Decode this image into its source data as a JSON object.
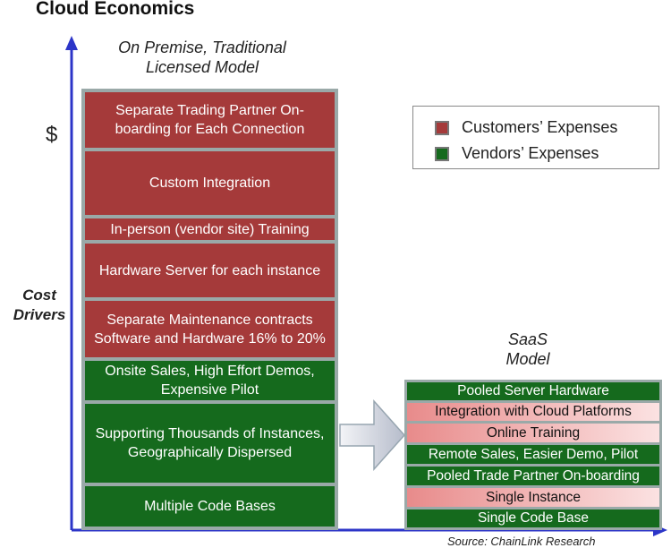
{
  "title": "Cloud Economics",
  "left_header": [
    "On Premise, Traditional",
    "Licensed Model"
  ],
  "y_axis_symbol": "$",
  "y_axis_label": [
    "Cost",
    "Drivers"
  ],
  "saas_header": [
    "SaaS",
    "Model"
  ],
  "source": "Source: ChainLink Research",
  "colors": {
    "customer_red": "#a53a3a",
    "vendor_green": "#156a1d",
    "axis_blue": "#2c35c8",
    "border_gray": "#9aa9a8"
  },
  "legend": [
    {
      "label": "Customers’ Expenses",
      "color": "#a53a3a"
    },
    {
      "label": "Vendors’ Expenses",
      "color": "#156a1d"
    }
  ],
  "traditional_blocks": [
    {
      "text": "Separate Trading Partner On-boarding for Each Connection",
      "type": "customer"
    },
    {
      "text": "Custom Integration",
      "type": "customer"
    },
    {
      "text": "In-person (vendor site) Training",
      "type": "customer"
    },
    {
      "text": "Hardware Server for each instance",
      "type": "customer"
    },
    {
      "text": "Separate Maintenance contracts Software and Hardware 16% to 20%",
      "type": "customer"
    },
    {
      "text": "Onsite Sales, High Effort Demos, Expensive Pilot",
      "type": "vendor"
    },
    {
      "text": "Supporting Thousands of Instances, Geographically Dispersed",
      "type": "vendor"
    },
    {
      "text": "Multiple Code Bases",
      "type": "vendor"
    }
  ],
  "saas_blocks": [
    {
      "text": "Pooled Server Hardware",
      "type": "vendor"
    },
    {
      "text": "Integration with Cloud Platforms",
      "type": "customer"
    },
    {
      "text": "Online Training",
      "type": "customer"
    },
    {
      "text": "Remote Sales, Easier Demo, Pilot",
      "type": "vendor"
    },
    {
      "text": "Pooled Trade Partner On-boarding",
      "type": "vendor"
    },
    {
      "text": "Single Instance",
      "type": "customer"
    },
    {
      "text": "Single Code Base",
      "type": "vendor"
    }
  ]
}
